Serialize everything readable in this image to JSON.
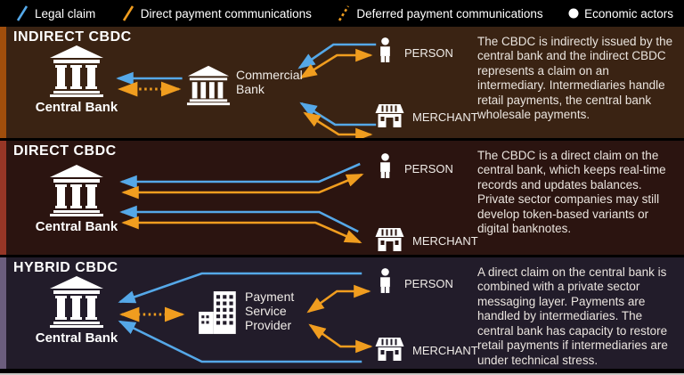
{
  "colors": {
    "blue": "#55a8e8",
    "orange": "#f09d1f",
    "text": "#eae4de",
    "page-bg": "#000000",
    "panel1-bg": "#3a2313",
    "panel1-accent": "#a04e0c",
    "panel2-bg": "#2b1410",
    "panel2-accent": "#963626",
    "panel3-bg": "#221c2a",
    "panel3-accent": "#6b5d7d"
  },
  "legend": {
    "items": [
      {
        "label": "Legal claim",
        "icon": "blue-line"
      },
      {
        "label": "Direct payment communications",
        "icon": "orange-line"
      },
      {
        "label": "Deferred payment communications",
        "icon": "orange-dashed-line"
      },
      {
        "label": "Economic actors",
        "icon": "white-dot"
      }
    ]
  },
  "panels": [
    {
      "title": "INDIRECT CBDC",
      "description": "The CBDC is indirectly issued by the central bank and the indirect CBDC represents a claim on an intermediary. Intermediaries handle retail payments, the central bank wholesale payments.",
      "nodes": {
        "central_bank": "Central Bank",
        "intermediary": "Commercial Bank",
        "person": "PERSON",
        "merchant": "MERCHANT"
      }
    },
    {
      "title": "DIRECT CBDC",
      "description": "The CBDC is a direct claim on the central bank, which keeps real-time records and updates balances. Private sector companies may still develop token-based variants or digital banknotes.",
      "nodes": {
        "central_bank": "Central Bank",
        "person": "PERSON",
        "merchant": "MERCHANT"
      }
    },
    {
      "title": "HYBRID CBDC",
      "description": "A direct claim on the central bank is combined with a private sector messaging layer. Payments are handled by intermediaries. The central bank has capacity to restore retail payments if intermediaries are under technical stress.",
      "nodes": {
        "central_bank": "Central Bank",
        "intermediary": "Payment Service Provider",
        "person": "PERSON",
        "merchant": "MERCHANT"
      }
    }
  ]
}
